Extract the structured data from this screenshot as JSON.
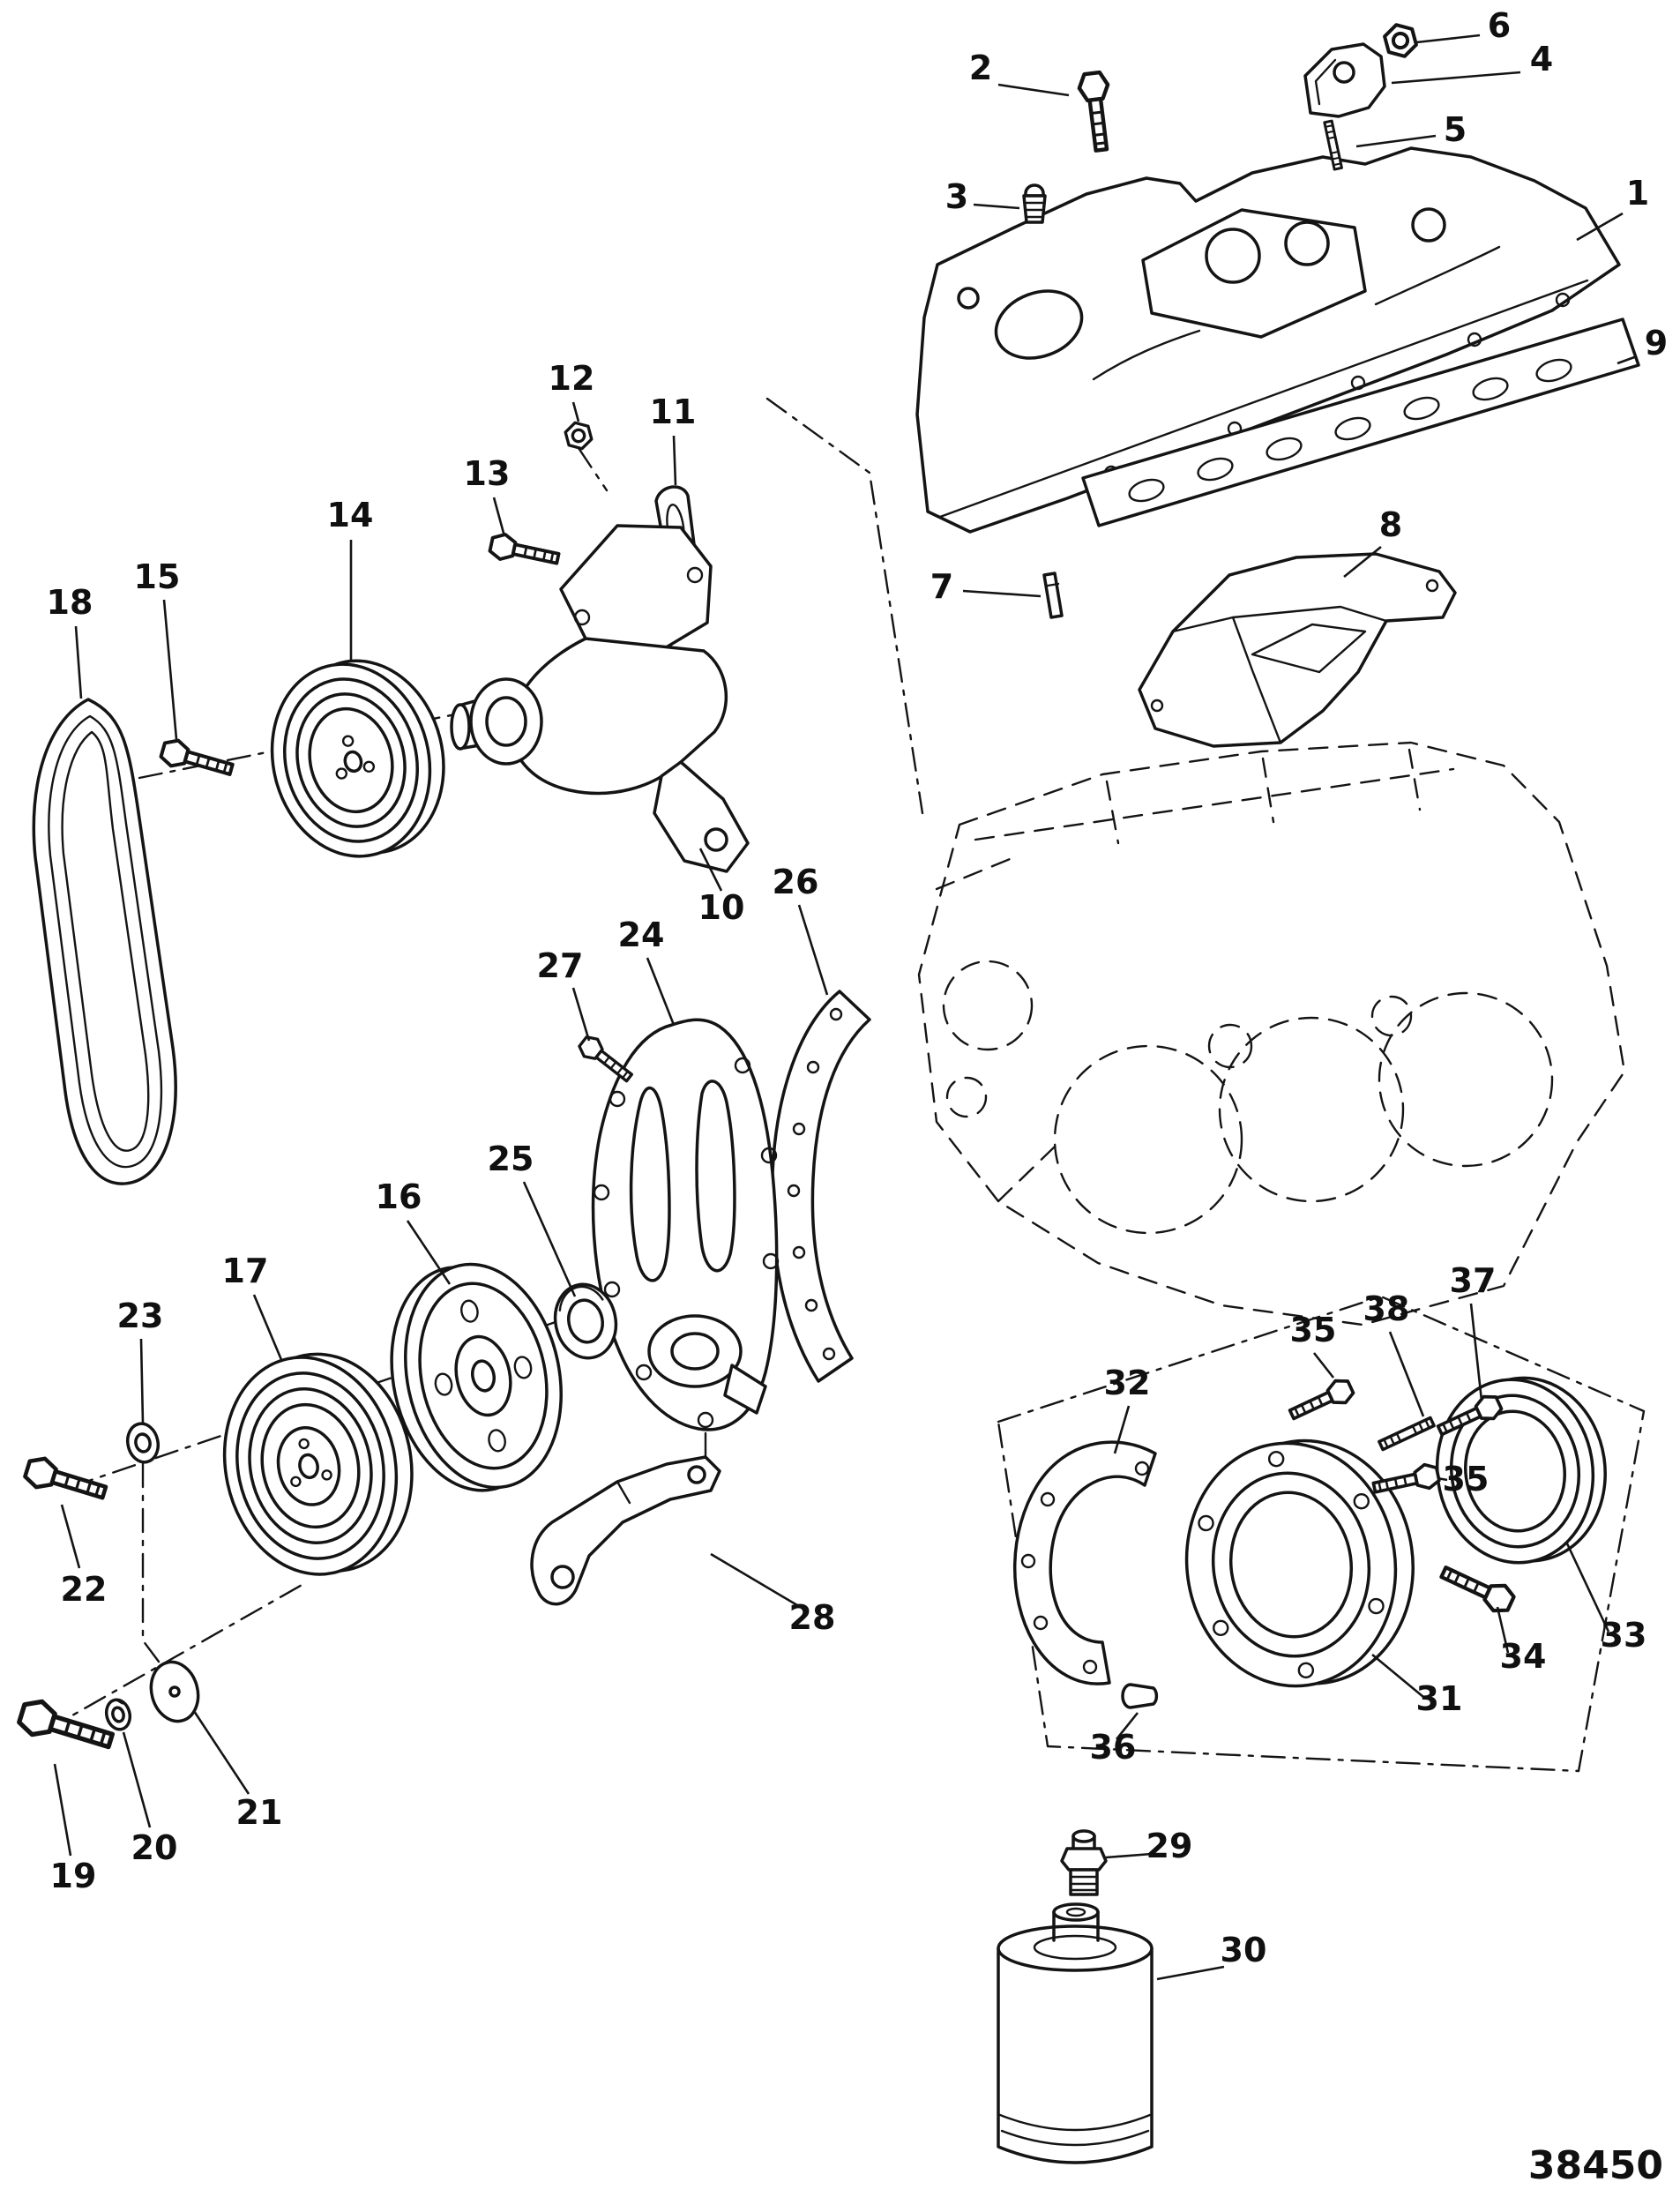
{
  "diagram": {
    "type": "exploded-parts-diagram",
    "drawing_number": "38450",
    "ink_color": "#141414",
    "background_color": "#ffffff",
    "labels": {
      "n1": "1",
      "n2": "2",
      "n3": "3",
      "n4": "4",
      "n5": "5",
      "n6": "6",
      "n7": "7",
      "n8": "8",
      "n9": "9",
      "n10": "10",
      "n11": "11",
      "n12": "12",
      "n13": "13",
      "n14": "14",
      "n15": "15",
      "n16": "16",
      "n17": "17",
      "n18": "18",
      "n19": "19",
      "n20": "20",
      "n21": "21",
      "n22": "22",
      "n23": "23",
      "n24": "24",
      "n25": "25",
      "n26": "26",
      "n27": "27",
      "n28": "28",
      "n29": "29",
      "n30": "30",
      "n31": "31",
      "n32": "32",
      "n33": "33",
      "n34": "34",
      "n35a": "35",
      "n35b": "35",
      "n36": "36",
      "n37": "37",
      "n38": "38"
    }
  }
}
